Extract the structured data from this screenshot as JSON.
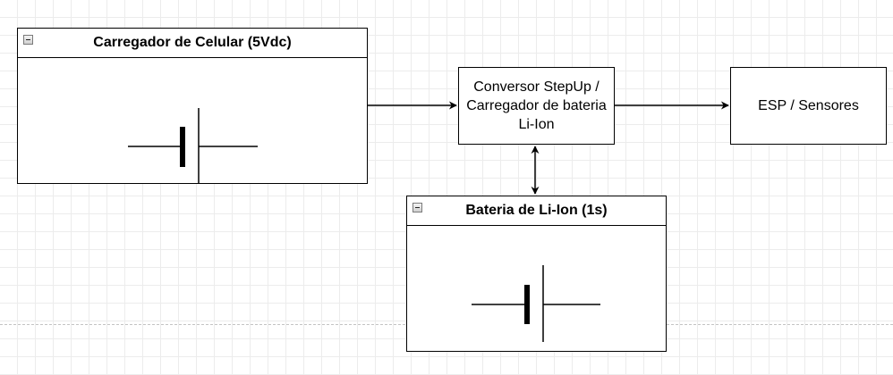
{
  "diagram": {
    "charger": {
      "title": "Carregador de Celular (5Vdc)",
      "symbol": "battery-symbol"
    },
    "converter": {
      "label": "Conversor StepUp /\nCarregador de bateria\nLi-Ion"
    },
    "esp": {
      "label": "ESP / Sensores"
    },
    "battery": {
      "title": "Bateria de Li-Ion (1s)",
      "symbol": "battery-symbol"
    },
    "connectors": [
      {
        "from": "charger",
        "to": "converter",
        "arrow": "end"
      },
      {
        "from": "converter",
        "to": "esp",
        "arrow": "end"
      },
      {
        "from": "converter",
        "to": "battery",
        "arrow": "both"
      }
    ],
    "colors": {
      "line": "#000000",
      "grid": "#ececec",
      "background": "#ffffff"
    }
  }
}
